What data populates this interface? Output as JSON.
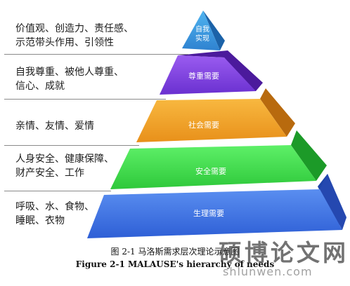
{
  "pyramid": {
    "levels": [
      {
        "label": "自我实现",
        "label_lines": [
          "自我",
          "实现"
        ],
        "color": "#2f8fd8",
        "description_lines": [
          "价值观、创造力、责任感、",
          "示范带头作用、引领性"
        ]
      },
      {
        "label": "尊重需要",
        "label_lines": [
          "尊重需要"
        ],
        "color": "#7b3fe0",
        "description_lines": [
          "自我尊重、被他人尊重、",
          "信心、成就"
        ]
      },
      {
        "label": "社会需要",
        "label_lines": [
          "社会需要"
        ],
        "color": "#f0a020",
        "description_lines": [
          "亲情、友情、爱情"
        ]
      },
      {
        "label": "安全需要",
        "label_lines": [
          "安全需要"
        ],
        "color": "#3ed94a",
        "description_lines": [
          "人身安全、健康保障、",
          "财产安全、工作"
        ]
      },
      {
        "label": "生理需要",
        "label_lines": [
          "生理需要"
        ],
        "color": "#3a6fe0",
        "description_lines": [
          "呼吸、水、食物、",
          "睡眠、衣物"
        ]
      }
    ]
  },
  "caption": {
    "zh": "图 2-1  马洛斯需求层次理论示意图",
    "en": "Figure 2-1 MALAUSE's hierarchy of needs"
  },
  "watermark": {
    "title": "硕博论文网",
    "url": "shlunwen.com"
  }
}
